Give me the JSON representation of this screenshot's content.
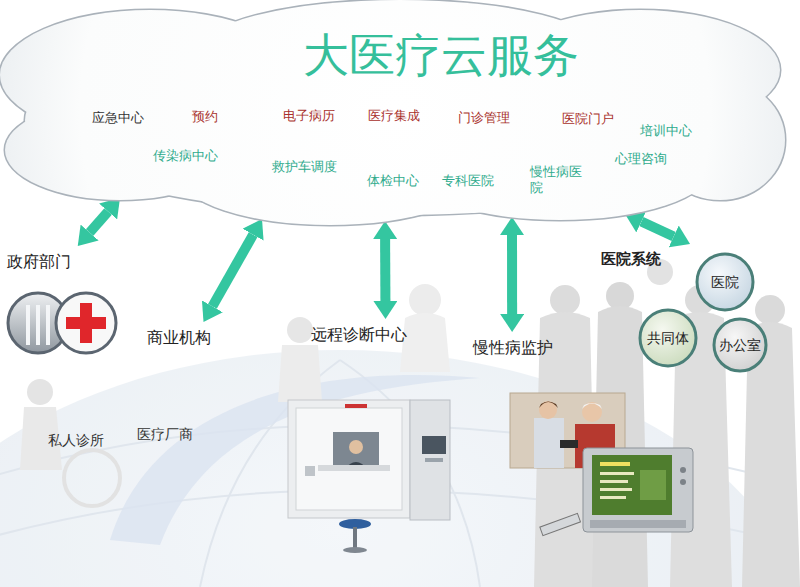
{
  "diagram": {
    "nodes": [
      {
        "text": [
          "大医疗云服务",
          "应急中心",
          "预约",
          "电子病历",
          "医疗集成",
          "门诊管理",
          "医院门户",
          "培训中心",
          "传染病中心",
          "救护车调度",
          "体检中心",
          "专科医院",
          "慢性病医院",
          "心理咨询"
        ]
      },
      {
        "text": [
          "政府部门"
        ]
      },
      {
        "text": [
          "商业机构"
        ]
      },
      {
        "text": [
          "远程诊断中心"
        ]
      },
      {
        "text": [
          "慢性病监护"
        ]
      },
      {
        "text": [
          "医院系统"
        ]
      },
      {
        "text": [
          "医院"
        ],
        "in": 5
      },
      {
        "text": [
          "共同体"
        ],
        "in": 5
      },
      {
        "text": [
          "办公室"
        ],
        "in": 5
      }
    ],
    "edges": [
      {
        "from": 0,
        "to": 1,
        "arrow": "both"
      },
      {
        "from": 0,
        "to": 2,
        "arrow": "both"
      },
      {
        "from": 0,
        "to": 3,
        "arrow": "both"
      },
      {
        "from": 0,
        "to": 4,
        "arrow": "both"
      },
      {
        "from": 0,
        "to": 5,
        "arrow": "both"
      }
    ],
    "labels": [
      "私人诊所",
      "医疗厂商"
    ]
  }
}
